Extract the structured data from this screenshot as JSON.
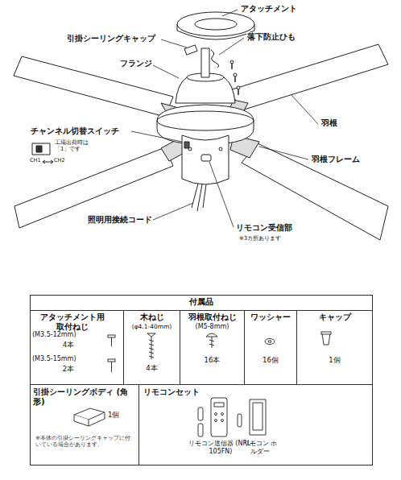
{
  "diagram": {
    "nodes": [
      {
        "text": [
          "付属品"
        ]
      },
      {
        "text": [
          "アタッチメント用 取付ねじ",
          "(M3.5-12mm)",
          "4本",
          "(M3.5-15mm)",
          "2本"
        ],
        "in": 0
      },
      {
        "text": [
          "木ねじ",
          "(φ4.1-40mm)",
          "4本"
        ],
        "in": 0
      },
      {
        "text": [
          "羽根取付ねじ",
          "(M5-8mm)",
          "16本"
        ],
        "in": 0
      },
      {
        "text": [
          "ワッシャー",
          "16個"
        ],
        "in": 0
      },
      {
        "text": [
          "キャップ",
          "1個"
        ],
        "in": 0
      },
      {
        "text": [
          "引掛シーリングボディ (角形)",
          "1個",
          "※本体の引掛シーリングキャップに付いている場合があります。"
        ],
        "in": 0
      },
      {
        "text": [
          "リモコンセット",
          "リモコン送信器 (NRL-105FN)",
          "リモコン ホルダー"
        ],
        "in": 0
      }
    ],
    "labels": [
      "アタッチメント",
      "引掛シーリングキャップ",
      "落下防止ひも",
      "フランジ",
      "羽根",
      "チャンネル切替スイッチ",
      "工場出荷時は「1」です",
      "CH1",
      "CH2",
      "羽根フレーム",
      "照明用接続コード",
      "リモコン受信部",
      "※3カ所あります"
    ]
  }
}
